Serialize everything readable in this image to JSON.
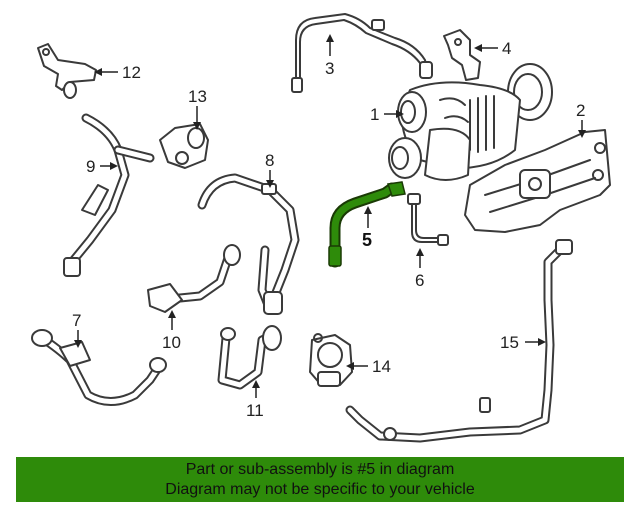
{
  "diagram": {
    "callouts": {
      "c1": "1",
      "c2": "2",
      "c3": "3",
      "c4": "4",
      "c5": "5",
      "c6": "6",
      "c7": "7",
      "c8": "8",
      "c9": "9",
      "c10": "10",
      "c11": "11",
      "c12": "12",
      "c13": "13",
      "c14": "14",
      "c15": "15"
    },
    "highlight_color": "#2e8b0a"
  },
  "banner": {
    "line1": "Part or sub-assembly is #5 in diagram",
    "line2": "Diagram may not be specific to your vehicle",
    "color": "#2e8b0a"
  }
}
